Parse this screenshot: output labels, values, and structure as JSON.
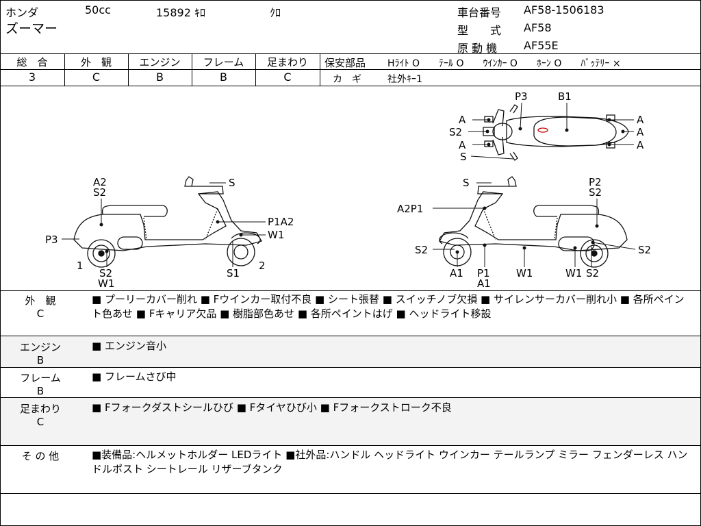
{
  "header": {
    "maker": "ホンダ",
    "displacement": "50cc",
    "mileage": "15892 ｷﾛ",
    "color": "ｸﾛ",
    "model_name": "ズーマー",
    "frame_no_label": "車台番号",
    "frame_no": "AF58-1506183",
    "model_label": "型　　式",
    "model_code": "AF58",
    "engine_label": "原 動 機",
    "engine_code": "AF55E"
  },
  "ratings": {
    "overall_label": "総　合",
    "overall_value": "3",
    "exterior_label": "外　観",
    "exterior_value": "C",
    "engine_label": "エンジン",
    "engine_value": "B",
    "frame_label": "フレーム",
    "frame_value": "B",
    "suspension_label": "足まわり",
    "suspension_value": "C"
  },
  "safety": {
    "title": "保安部品",
    "items_line": "Hﾗｲﾄ O　　ﾃｰﾙ O　　ｳｲﾝｶｰ O　　ﾎｰﾝ O　　ﾊﾞｯﾃﾘｰ ×",
    "key_label": "カ　ギ",
    "key_value": "社外ｷｰ1"
  },
  "diagram_labels": {
    "side_left": [
      "A2",
      "S2",
      "S",
      "P1A2",
      "W1",
      "P3",
      "1",
      "S2",
      "W1",
      "S1",
      "2"
    ],
    "top_view": [
      "P3",
      "B1",
      "A",
      "S2",
      "A",
      "S",
      "A",
      "A",
      "A"
    ],
    "side_right": [
      "S",
      "P2",
      "S2",
      "A2P1",
      "S2",
      "S2",
      "A1",
      "P1",
      "A1",
      "W1",
      "W1",
      "S2"
    ]
  },
  "sections": [
    {
      "label": "外　観",
      "grade": "C",
      "text": "■ プーリーカバー削れ ■ Fウインカー取付不良 ■ シート張替 ■ スイッチノブ欠損 ■ サイレンサーカバー削れ小 ■ 各所ペイント色あせ ■ Fキャリア欠品 ■ 樹脂部色あせ ■ 各所ペイントはげ ■ ヘッドライト移設"
    },
    {
      "label": "エンジン",
      "grade": "B",
      "text": "■ エンジン音小"
    },
    {
      "label": "フレーム",
      "grade": "B",
      "text": "■ フレームさび中"
    },
    {
      "label": "足まわり",
      "grade": "C",
      "text": "■ Fフォークダストシールひび ■ Fタイヤひび小 ■ Fフォークストローク不良"
    },
    {
      "label": "そ の 他",
      "grade": "",
      "text": "■装備品:ヘルメットホルダー LEDライト ■社外品:ハンドル ヘッドライト ウインカー テールランプ ミラー フェンダーレス ハンドルポスト シートレール リザーブタンク"
    }
  ]
}
